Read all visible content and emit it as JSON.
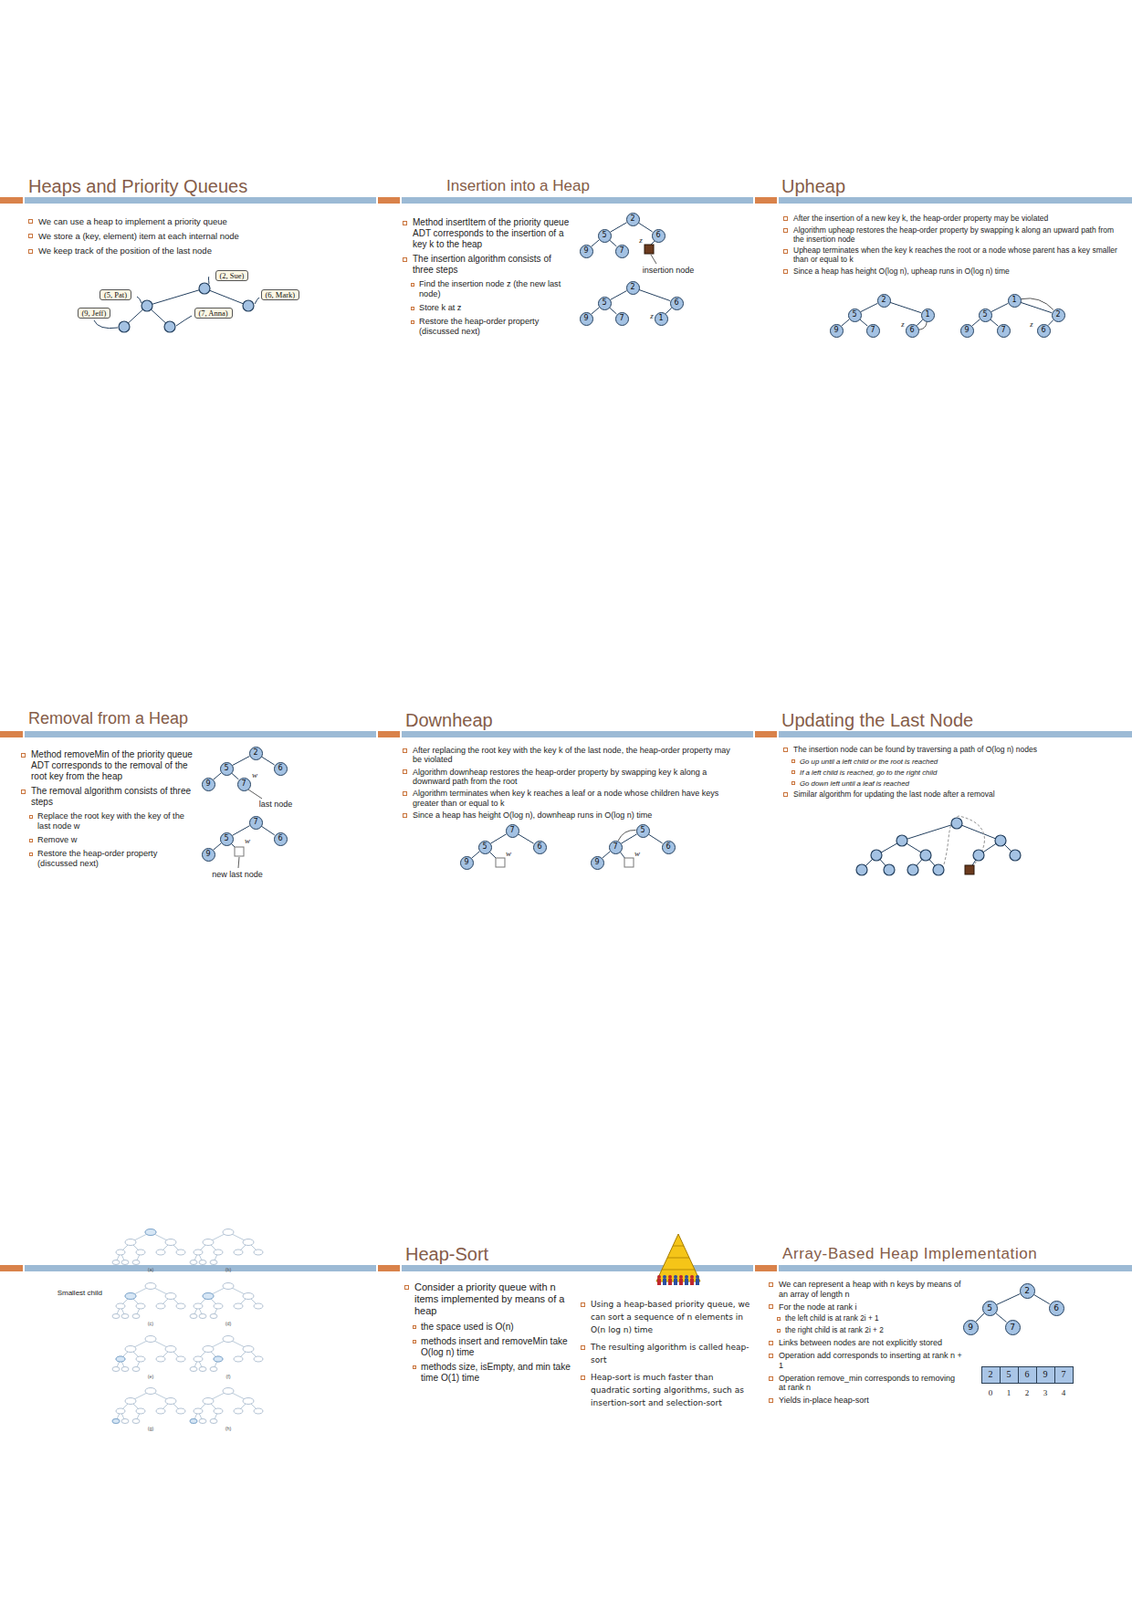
{
  "diagram": {
    "nodes": [
      {
        "text": [
          "(2, Sue)"
        ]
      },
      {
        "text": [
          "(5, Pat)"
        ]
      },
      {
        "text": [
          "(6, Mark)"
        ]
      },
      {
        "text": [
          "(9, Jeff)"
        ]
      },
      {
        "text": [
          "(7, Anna)"
        ]
      },
      {
        "text": [
          "2"
        ]
      },
      {
        "text": [
          "5"
        ]
      },
      {
        "text": [
          "6"
        ]
      },
      {
        "text": [
          "9"
        ]
      },
      {
        "text": [
          "7"
        ]
      },
      {
        "text": [
          "2"
        ]
      },
      {
        "text": [
          "5"
        ]
      },
      {
        "text": [
          "6"
        ]
      },
      {
        "text": [
          "9"
        ]
      },
      {
        "text": [
          "7"
        ]
      },
      {
        "text": [
          "1"
        ]
      },
      {
        "text": [
          "2"
        ]
      },
      {
        "text": [
          "5"
        ]
      },
      {
        "text": [
          "1"
        ]
      },
      {
        "text": [
          "9"
        ]
      },
      {
        "text": [
          "7"
        ]
      },
      {
        "text": [
          "6"
        ]
      },
      {
        "text": [
          "1"
        ]
      },
      {
        "text": [
          "5"
        ]
      },
      {
        "text": [
          "2"
        ]
      },
      {
        "text": [
          "9"
        ]
      },
      {
        "text": [
          "7"
        ]
      },
      {
        "text": [
          "6"
        ]
      },
      {
        "text": [
          "2"
        ]
      },
      {
        "text": [
          "5"
        ]
      },
      {
        "text": [
          "6"
        ]
      },
      {
        "text": [
          "9"
        ]
      },
      {
        "text": [
          "7"
        ]
      },
      {
        "text": [
          "7"
        ]
      },
      {
        "text": [
          "5"
        ]
      },
      {
        "text": [
          "6"
        ]
      },
      {
        "text": [
          "9"
        ]
      },
      {
        "text": [
          "7"
        ]
      },
      {
        "text": [
          "5"
        ]
      },
      {
        "text": [
          "6"
        ]
      },
      {
        "text": [
          "9"
        ]
      },
      {
        "text": [
          "5"
        ]
      },
      {
        "text": [
          "7"
        ]
      },
      {
        "text": [
          "6"
        ]
      },
      {
        "text": [
          "9"
        ]
      },
      {
        "text": [
          "2"
        ]
      },
      {
        "text": [
          "5"
        ]
      },
      {
        "text": [
          "6"
        ]
      },
      {
        "text": [
          "9"
        ]
      },
      {
        "text": [
          "7"
        ]
      },
      {
        "text": [
          "2"
        ]
      },
      {
        "text": [
          "5"
        ]
      },
      {
        "text": [
          "6"
        ]
      },
      {
        "text": [
          "9"
        ]
      },
      {
        "text": [
          "7"
        ]
      }
    ],
    "edges": [
      {
        "from": 5,
        "to": 6,
        "arrow": "none"
      },
      {
        "from": 5,
        "to": 7,
        "arrow": "none"
      },
      {
        "from": 6,
        "to": 8,
        "arrow": "none"
      },
      {
        "from": 6,
        "to": 9,
        "arrow": "none"
      },
      {
        "from": 10,
        "to": 11,
        "arrow": "none"
      },
      {
        "from": 10,
        "to": 12,
        "arrow": "none"
      },
      {
        "from": 11,
        "to": 13,
        "arrow": "none"
      },
      {
        "from": 11,
        "to": 14,
        "arrow": "none"
      },
      {
        "from": 12,
        "to": 15,
        "arrow": "none"
      },
      {
        "from": 16,
        "to": 17,
        "arrow": "none"
      },
      {
        "from": 16,
        "to": 18,
        "arrow": "none"
      },
      {
        "from": 17,
        "to": 19,
        "arrow": "none"
      },
      {
        "from": 17,
        "to": 20,
        "arrow": "none"
      },
      {
        "from": 18,
        "to": 21,
        "arrow": "none"
      },
      {
        "from": 21,
        "to": 18,
        "arrow": "none"
      },
      {
        "from": 22,
        "to": 23,
        "arrow": "none"
      },
      {
        "from": 22,
        "to": 24,
        "arrow": "none"
      },
      {
        "from": 23,
        "to": 25,
        "arrow": "none"
      },
      {
        "from": 23,
        "to": 26,
        "arrow": "none"
      },
      {
        "from": 24,
        "to": 27,
        "arrow": "none"
      },
      {
        "from": 22,
        "to": 24,
        "arrow": "none"
      },
      {
        "from": 28,
        "to": 29,
        "arrow": "none"
      },
      {
        "from": 28,
        "to": 30,
        "arrow": "none"
      },
      {
        "from": 29,
        "to": 31,
        "arrow": "none"
      },
      {
        "from": 29,
        "to": 32,
        "arrow": "none"
      },
      {
        "from": 33,
        "to": 34,
        "arrow": "none"
      },
      {
        "from": 33,
        "to": 35,
        "arrow": "none"
      },
      {
        "from": 34,
        "to": 36,
        "arrow": "none"
      },
      {
        "from": 37,
        "to": 38,
        "arrow": "none"
      },
      {
        "from": 37,
        "to": 39,
        "arrow": "none"
      },
      {
        "from": 38,
        "to": 40,
        "arrow": "none"
      },
      {
        "from": 41,
        "to": 42,
        "arrow": "none"
      },
      {
        "from": 41,
        "to": 43,
        "arrow": "none"
      },
      {
        "from": 42,
        "to": 44,
        "arrow": "none"
      },
      {
        "from": 41,
        "to": 42,
        "arrow": "none"
      },
      {
        "from": 45,
        "to": 46,
        "arrow": "none"
      },
      {
        "from": 45,
        "to": 47,
        "arrow": "none"
      },
      {
        "from": 46,
        "to": 48,
        "arrow": "none"
      },
      {
        "from": 46,
        "to": 49,
        "arrow": "none"
      }
    ],
    "labels": [
      "Heaps and Priority Queues",
      "We can use a heap to implement a priority queue",
      "We store a (key, element) item at each internal node",
      "We keep track of the position of the last node",
      "Insertion into a Heap",
      "Method insertItem of the priority queue ADT corresponds to the insertion of a key k to the heap",
      "The insertion algorithm consists of three steps",
      "Find the insertion node z (the new last node)",
      "Store k at z",
      "Restore the heap-order property (discussed next)",
      "z",
      "insertion node",
      "z",
      "Upheap",
      "After the insertion of a new key k, the heap-order property may be violated",
      "Algorithm upheap restores the heap-order property by swapping k along an upward path from the insertion node",
      "Upheap terminates when the key k reaches the root or a node whose parent has a key smaller than or equal to k",
      "Since a heap has height O(log n), upheap runs in O(log n) time",
      "z",
      "z",
      "Removal from a Heap",
      "Method removeMin of the priority queue ADT corresponds to the removal of the root key from the heap",
      "The removal algorithm consists of three steps",
      "Replace the root key with the key of the last node w",
      "Remove w",
      "Restore the heap-order property (discussed next)",
      "w",
      "last node",
      "w",
      "new last node",
      "Downheap",
      "After replacing the root key with the key k of the last node, the heap-order property may be violated",
      "Algorithm downheap restores the heap-order property by swapping key k along a downward path from the root",
      "Algorithm terminates when key k reaches a leaf or a node whose children have keys greater than or equal to k",
      "Since a heap has height O(log n), downheap runs in O(log n) time",
      "w",
      "w",
      "Updating the Last Node",
      "The insertion node can be found by traversing a path of O(log n) nodes",
      "Go up until a left child or the root is reached",
      "If a left child is reached, go to the right child",
      "Go down left until a leaf is reached",
      "Similar algorithm for updating the last node after a removal",
      "Smallest child",
      "(a)",
      "(b)",
      "(c)",
      "(d)",
      "(e)",
      "(f)",
      "(g)",
      "(h)",
      "Heap-Sort",
      "Consider a priority queue with n items implemented by means of a heap",
      "the space used is O(n)",
      "methods insert and removeMin take O(log n) time",
      "methods size, isEmpty, and min take time O(1) time",
      "Using a heap-based priority queue, we can sort a sequence of n elements in O(n log n) time",
      "The resulting algorithm is called heap-sort",
      "Heap-sort is much faster than quadratic sorting algorithms, such as insertion-sort and selection-sort",
      "Array-Based Heap Implementation",
      "We can represent a heap with n keys by means of an array of length n",
      "For the node at rank i",
      "the left child is at rank 2i + 1",
      "the right child is at rank 2i + 2",
      "Links between nodes are not explicitly stored",
      "Operation add corresponds to inserting at rank n + 1",
      "Operation remove_min corresponds to removing at rank n",
      "Yields in-place heap-sort",
      "0",
      "1",
      "2",
      "3",
      "4"
    ]
  }
}
